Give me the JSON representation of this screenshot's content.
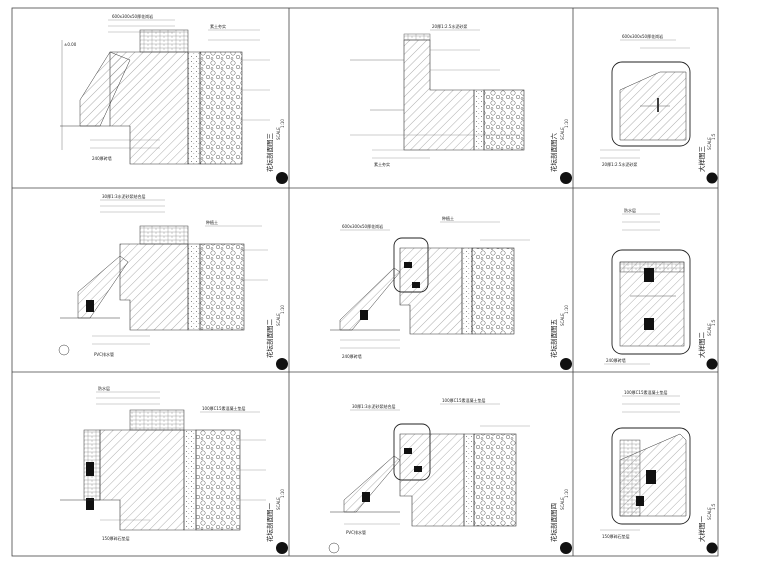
{
  "sheet": {
    "panels": [
      {
        "id": "p1",
        "title": "花坛剖面图一",
        "scale": "SCALE",
        "ratio": "1:10"
      },
      {
        "id": "p2",
        "title": "花坛剖面图二",
        "scale": "SCALE",
        "ratio": "1:10"
      },
      {
        "id": "p3",
        "title": "花坛剖面图三",
        "scale": "SCALE",
        "ratio": "1:10"
      },
      {
        "id": "p4",
        "title": "花坛剖面图四",
        "scale": "SCALE",
        "ratio": "1:10"
      },
      {
        "id": "p5",
        "title": "花坛剖面图五",
        "scale": "SCALE",
        "ratio": "1:10"
      },
      {
        "id": "p6",
        "title": "花坛剖面图六",
        "scale": "SCALE",
        "ratio": "1:10"
      },
      {
        "id": "p7",
        "title": "大样图一",
        "scale": "SCALE",
        "ratio": "1:5"
      },
      {
        "id": "p8",
        "title": "大样图二",
        "scale": "SCALE",
        "ratio": "1:5"
      },
      {
        "id": "p9",
        "title": "大样图三",
        "scale": "SCALE",
        "ratio": "1:5"
      }
    ],
    "notes": {
      "coping": "600x300x50厚花岗岩",
      "paving": "30厚1:3水泥砂浆结合层",
      "concrete": "100厚C15素混凝土垫层",
      "gravel": "150厚碎石垫层",
      "soil": "素土夯实",
      "planting": "种植土",
      "wall": "240厚砖墙",
      "drain": "PVC排水管",
      "waterproof": "防水层",
      "mortar": "20厚1:2.5水泥砂浆",
      "elevation": "±0.00"
    }
  }
}
